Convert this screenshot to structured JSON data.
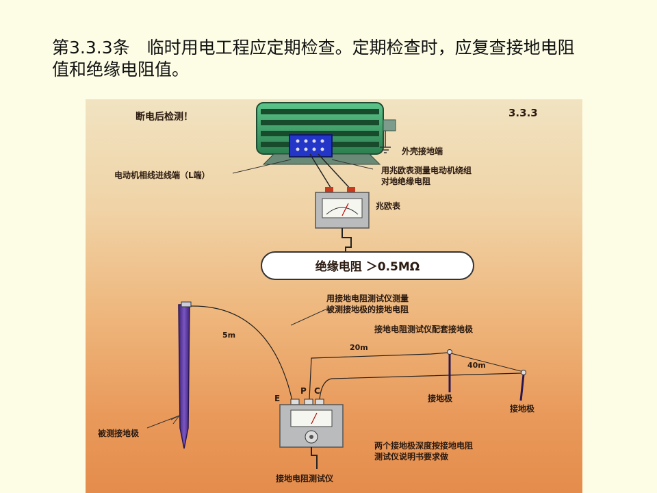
{
  "heading": {
    "line1": "第3.3.3条　临时用电工程应定期检查。定期检查时，应复查接地电阻",
    "line2": "值和绝缘电阻值。"
  },
  "diagram": {
    "notice": "断电后检测！",
    "section_no": "3.3.3",
    "case_ground": "外壳接地端",
    "motor_terminal": "电动机相线进线端（L端）",
    "megger_note_1": "用兆欧表测量电动机绕组",
    "megger_note_2": "对地绝缘电阻",
    "megger": "兆欧表",
    "insulation_result": "绝缘电阻 ＞0.5MΩ",
    "tester_note_1": "用接地电阻测试仪测量",
    "tester_note_2": "被测接地极的接地电阻",
    "matching_rods": "接地电阻测试仪配套接地极",
    "dist_5m": "5m",
    "dist_20m": "20m",
    "dist_40m": "40m",
    "terminal_e": "E",
    "terminal_p": "P",
    "terminal_c": "C",
    "rod_1": "接地极",
    "rod_2": "接地极",
    "tested_rod": "被测接地极",
    "depth_note_1": "两个接地极深度按接地电阻",
    "depth_note_2": "测试仪说明书要求做",
    "tester": "接地电阻测试仪"
  },
  "colors": {
    "page_bg": "#fdfde6",
    "motor_green": "#2f8f5a",
    "terminal_box_blue": "#2436c8",
    "rod_purple": "#5b3a9a"
  }
}
